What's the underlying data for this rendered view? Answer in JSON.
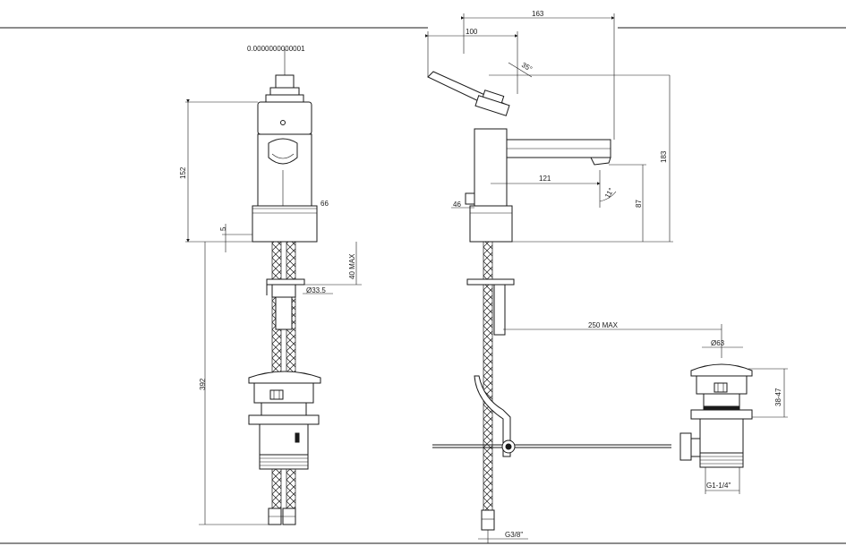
{
  "dimensions": {
    "top_callout": "0.0000000000001",
    "height_body": "152",
    "width_base": "66",
    "base_gap": "5",
    "max_40": "40 MAX",
    "dia_33": "Ø33.5",
    "total_392": "392",
    "width_163": "163",
    "width_100": "100",
    "angle_35": "35°",
    "height_183": "183",
    "reach_121": "121",
    "angle_11": "11°",
    "spout_87": "87",
    "base_46": "46",
    "max_250": "250 MAX",
    "dia_63": "Ø63",
    "range_38_47": "38-47",
    "thread_g1": "G1-1/4\"",
    "thread_g38": "G3/8\""
  }
}
